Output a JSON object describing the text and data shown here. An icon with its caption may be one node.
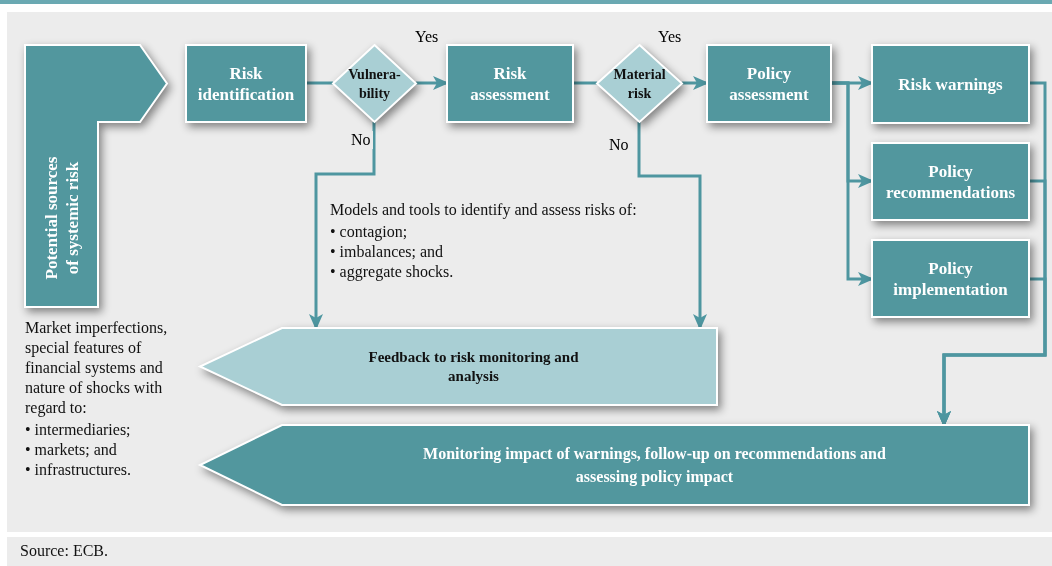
{
  "diagram": {
    "caption": "Source: ECB.",
    "nodes": [
      {
        "text": [
          "Potential sources of systemic risk"
        ]
      },
      {
        "text": [
          "Risk identification"
        ]
      },
      {
        "text": [
          "Vulnera- bility"
        ]
      },
      {
        "text": [
          "Risk assessment"
        ]
      },
      {
        "text": [
          "Material risk"
        ]
      },
      {
        "text": [
          "Policy assessment"
        ]
      },
      {
        "text": [
          "Risk warnings"
        ]
      },
      {
        "text": [
          "Policy recommendations"
        ]
      },
      {
        "text": [
          "Policy implementation"
        ]
      },
      {
        "text": [
          "Feedback to risk monitoring and analysis"
        ]
      },
      {
        "text": [
          "Monitoring impact of warnings, follow-up on recommendations and assessing policy impact"
        ]
      }
    ],
    "edges": [
      {
        "from": 1,
        "to": 2,
        "arrow": "none"
      },
      {
        "from": 2,
        "to": 3,
        "arrow": "to",
        "label": "Yes"
      },
      {
        "from": 3,
        "to": 4,
        "arrow": "none"
      },
      {
        "from": 4,
        "to": 5,
        "arrow": "to",
        "label": "Yes"
      },
      {
        "from": 2,
        "to": 9,
        "arrow": "to",
        "label": "No"
      },
      {
        "from": 4,
        "to": 9,
        "arrow": "to",
        "label": "No"
      },
      {
        "from": 5,
        "to": 6,
        "arrow": "to"
      },
      {
        "from": 5,
        "to": 7,
        "arrow": "to"
      },
      {
        "from": 5,
        "to": 8,
        "arrow": "to"
      },
      {
        "from": 6,
        "to": 10,
        "arrow": "to"
      },
      {
        "from": 7,
        "to": 10,
        "arrow": "to"
      },
      {
        "from": 8,
        "to": 10,
        "arrow": "to"
      }
    ],
    "labels": [
      "Models and tools to identify and assess risks of:",
      "• contagion;",
      "• imbalances; and",
      "• aggregate shocks.",
      "Market imperfections, special features of financial systems and nature of shocks with regard to:",
      "• intermediaries;",
      "• markets; and",
      "• infrastructures."
    ]
  }
}
